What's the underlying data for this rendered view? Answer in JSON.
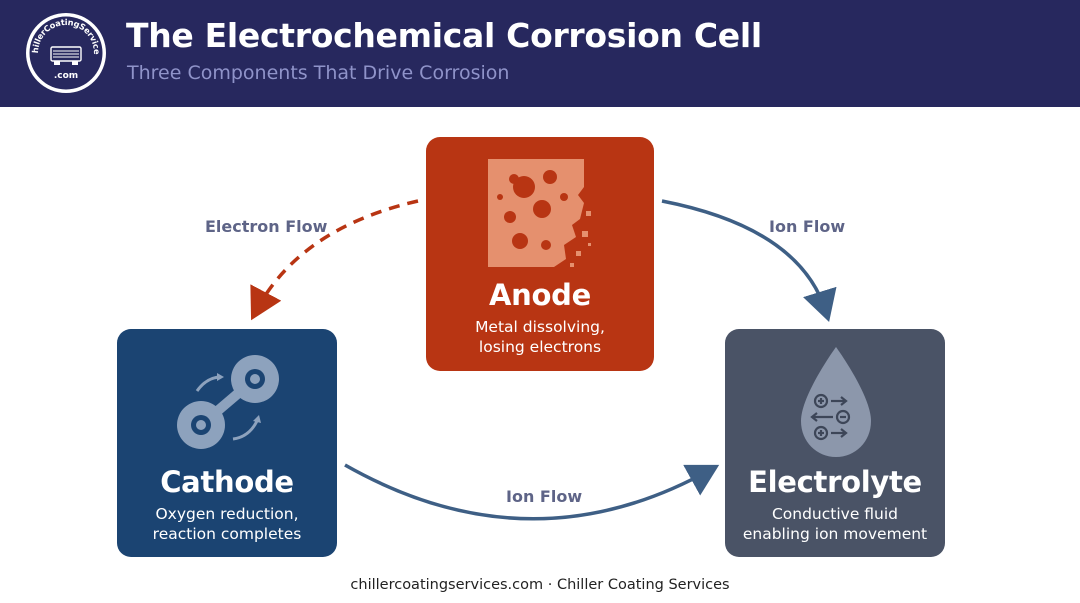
{
  "header": {
    "title": "The Electrochemical Corrosion Cell",
    "subtitle": "Three Components That Drive Corrosion",
    "logo": {
      "text_top": "ChillerCoatingServices",
      "text_bottom": ".com"
    }
  },
  "components": {
    "anode": {
      "name": "Anode",
      "desc_line1": "Metal dissolving,",
      "desc_line2": "losing electrons",
      "color": "#b83513",
      "icon": "corroded-metal-icon"
    },
    "cathode": {
      "name": "Cathode",
      "desc_line1": "Oxygen reduction,",
      "desc_line2": "reaction completes",
      "color": "#1b4472",
      "icon": "molecule-reduction-icon"
    },
    "electrolyte": {
      "name": "Electrolyte",
      "desc_line1": "Conductive fluid",
      "desc_line2": "enabling ion movement",
      "color": "#4a5366",
      "icon": "ion-droplet-icon"
    }
  },
  "flows": {
    "electron": {
      "label": "Electron Flow",
      "color": "#b83513",
      "style": "dashed"
    },
    "ion_top": {
      "label": "Ion Flow",
      "color": "#3e5f85"
    },
    "ion_bottom": {
      "label": "Ion Flow",
      "color": "#3e5f85"
    }
  },
  "footer": {
    "text": "chillercoatingservices.com · Chiller Coating Services"
  }
}
